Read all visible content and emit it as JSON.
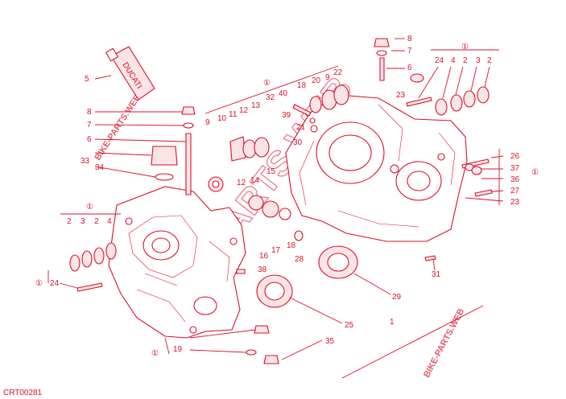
{
  "diagram_code": "CRT00281",
  "reference_symbol": "①",
  "watermark": {
    "main": "BIKE-PARTS.WEB",
    "small": "BIKE-PARTS.WEB"
  },
  "tube_brand": "DUCATI",
  "labels": {
    "n1": "1",
    "n2a": "2",
    "n2b": "2",
    "n2c": "2",
    "n2d": "2",
    "n3a": "3",
    "n3b": "3",
    "n4a": "4",
    "n4b": "4",
    "n5": "5",
    "n6a": "6",
    "n6b": "6",
    "n7a": "7",
    "n7b": "7",
    "n8a": "8",
    "n8b": "8",
    "n9a": "9",
    "n9b": "9",
    "n10": "10",
    "n11": "11",
    "n12a": "12",
    "n12b": "12",
    "n13": "13",
    "n14": "14",
    "n15": "15",
    "n16": "16",
    "n17": "17",
    "n18a": "18",
    "n18b": "18",
    "n19": "19",
    "n20": "20",
    "n21": "21",
    "n22": "22",
    "n23a": "23",
    "n23b": "23",
    "n24a": "24",
    "n24b": "24",
    "n25": "25",
    "n26": "26",
    "n27": "27",
    "n28": "28",
    "n29": "29",
    "n30": "30",
    "n31": "31",
    "n32": "32",
    "n33": "33",
    "n34": "34",
    "n35": "35",
    "n36": "36",
    "n37": "37",
    "n38": "38",
    "n39": "39",
    "n40": "40"
  }
}
